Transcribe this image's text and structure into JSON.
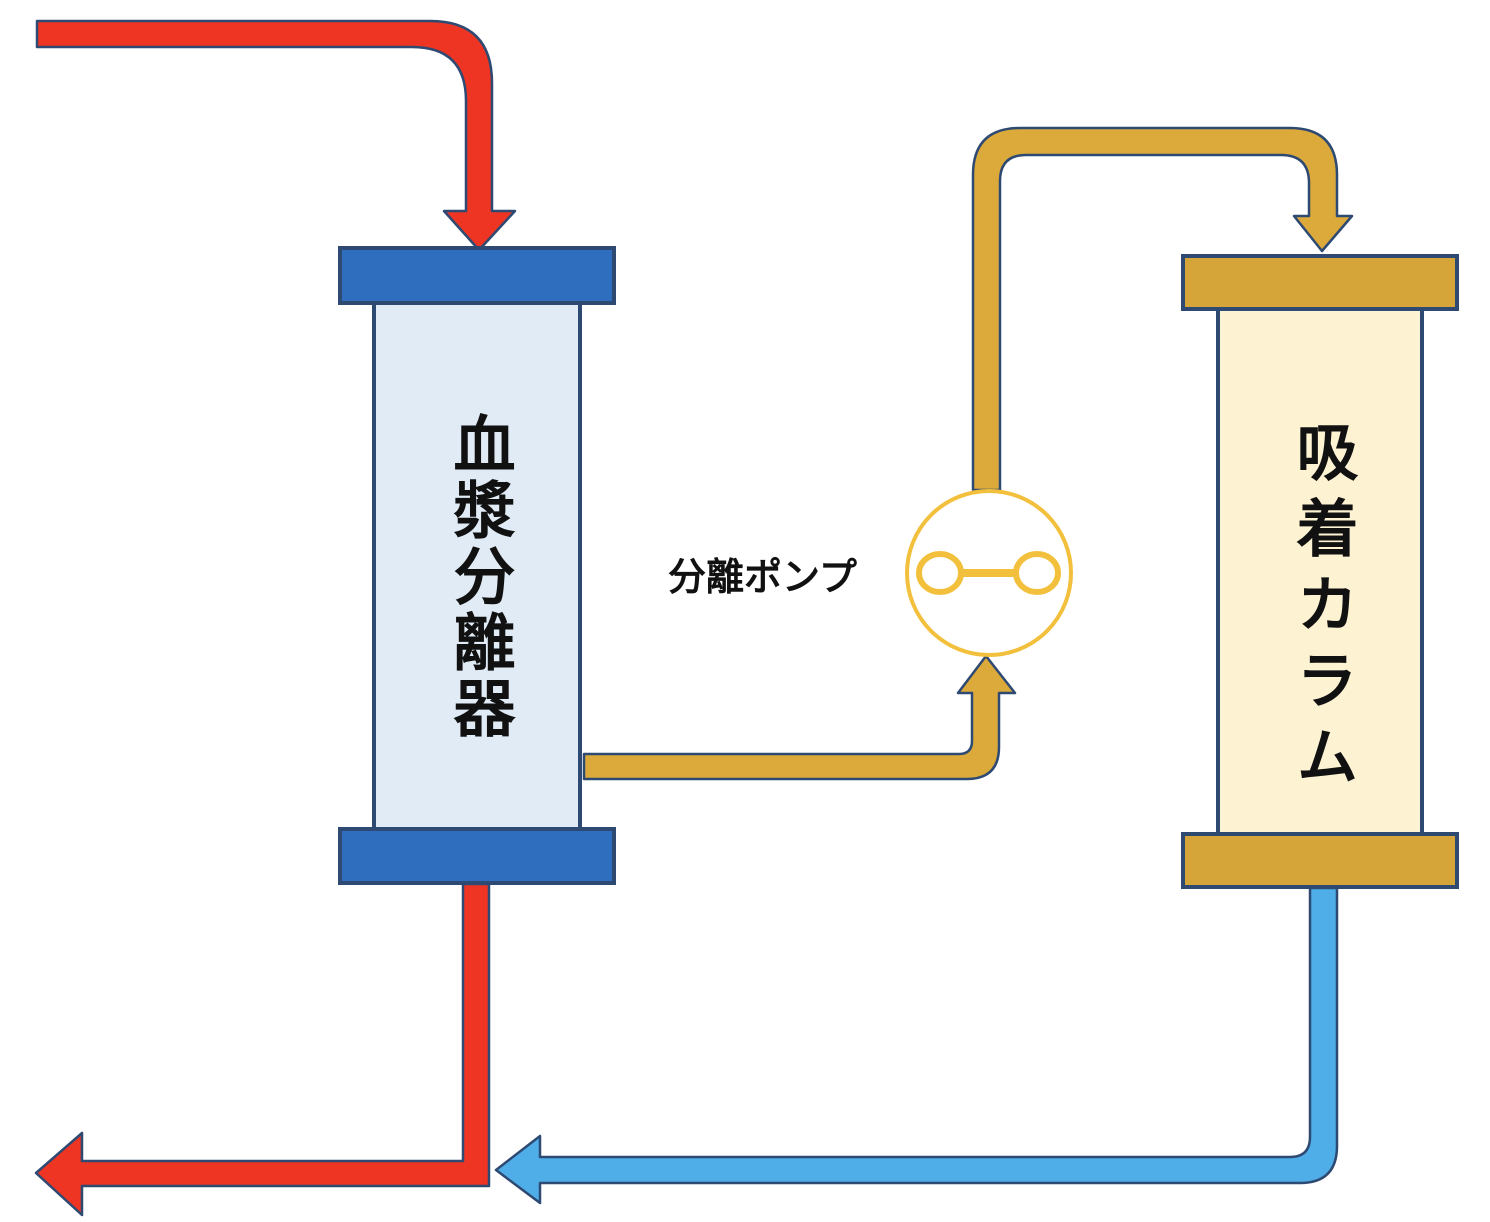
{
  "labels": {
    "plasma_separator": "血漿分離器",
    "adsorption_column": "吸着カラム",
    "separation_pump": "分離ポンプ"
  },
  "colors": {
    "blood_line": "#EE3524",
    "plasma_line": "#DBAA3A",
    "return_line": "#4FAEE8",
    "separator_cap": "#2F6EBF",
    "separator_body": "#E1EBF5",
    "column_cap": "#D5A53A",
    "column_body": "#FDF3D3",
    "pump_ring": "#F2C03C",
    "outline": "#2E4A72",
    "text": "#111111"
  },
  "icons": {
    "pump": "pump-symbol-icon"
  }
}
